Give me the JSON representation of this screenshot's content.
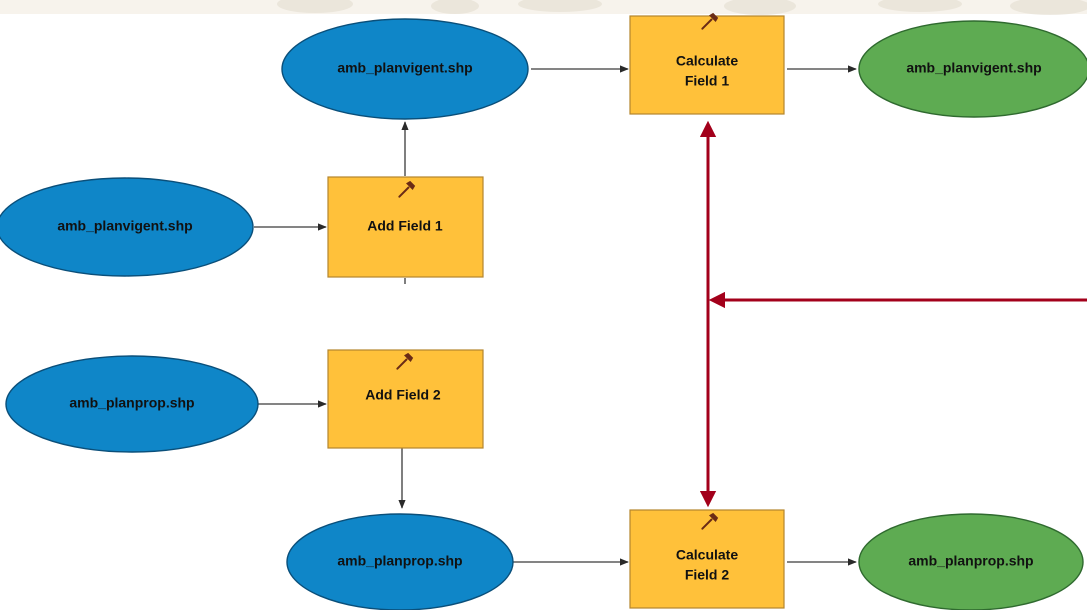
{
  "nodes": {
    "input_planvigent": {
      "label": "amb_planvigent.shp",
      "kind": "input-data",
      "color": "#0f86c8"
    },
    "add_field_1": {
      "label": "Add Field 1",
      "kind": "tool",
      "icon": "hammer-icon",
      "color": "#ffc13a"
    },
    "derived_planvigent": {
      "label": "amb_planvigent.shp",
      "kind": "derived-data",
      "color": "#0f86c8"
    },
    "calculate_field_1": {
      "label_line1": "Calculate",
      "label_line2": "Field 1",
      "kind": "tool",
      "icon": "hammer-icon",
      "color": "#ffc13a"
    },
    "output_planvigent": {
      "label": "amb_planvigent.shp",
      "kind": "output-data",
      "color": "#5eab52"
    },
    "input_planprop": {
      "label": "amb_planprop.shp",
      "kind": "input-data",
      "color": "#0f86c8"
    },
    "add_field_2": {
      "label": "Add Field 2",
      "kind": "tool",
      "icon": "hammer-icon",
      "color": "#ffc13a"
    },
    "derived_planprop": {
      "label": "amb_planprop.shp",
      "kind": "derived-data",
      "color": "#0f86c8"
    },
    "calculate_field_2": {
      "label_line1": "Calculate",
      "label_line2": "Field 2",
      "kind": "tool",
      "icon": "hammer-icon",
      "color": "#ffc13a"
    },
    "output_planprop": {
      "label": "amb_planprop.shp",
      "kind": "output-data",
      "color": "#5eab52"
    }
  },
  "connections": [
    {
      "from": "input_planvigent",
      "to": "add_field_1"
    },
    {
      "from": "add_field_1",
      "to": "derived_planvigent"
    },
    {
      "from": "derived_planvigent",
      "to": "calculate_field_1"
    },
    {
      "from": "calculate_field_1",
      "to": "output_planvigent"
    },
    {
      "from": "input_planprop",
      "to": "add_field_2"
    },
    {
      "from": "add_field_2",
      "to": "derived_planprop"
    },
    {
      "from": "derived_planprop",
      "to": "calculate_field_2"
    },
    {
      "from": "calculate_field_2",
      "to": "output_planprop"
    }
  ],
  "highlight": {
    "color": "#a3001b",
    "links": [
      "calculate_field_1",
      "calculate_field_2"
    ]
  }
}
